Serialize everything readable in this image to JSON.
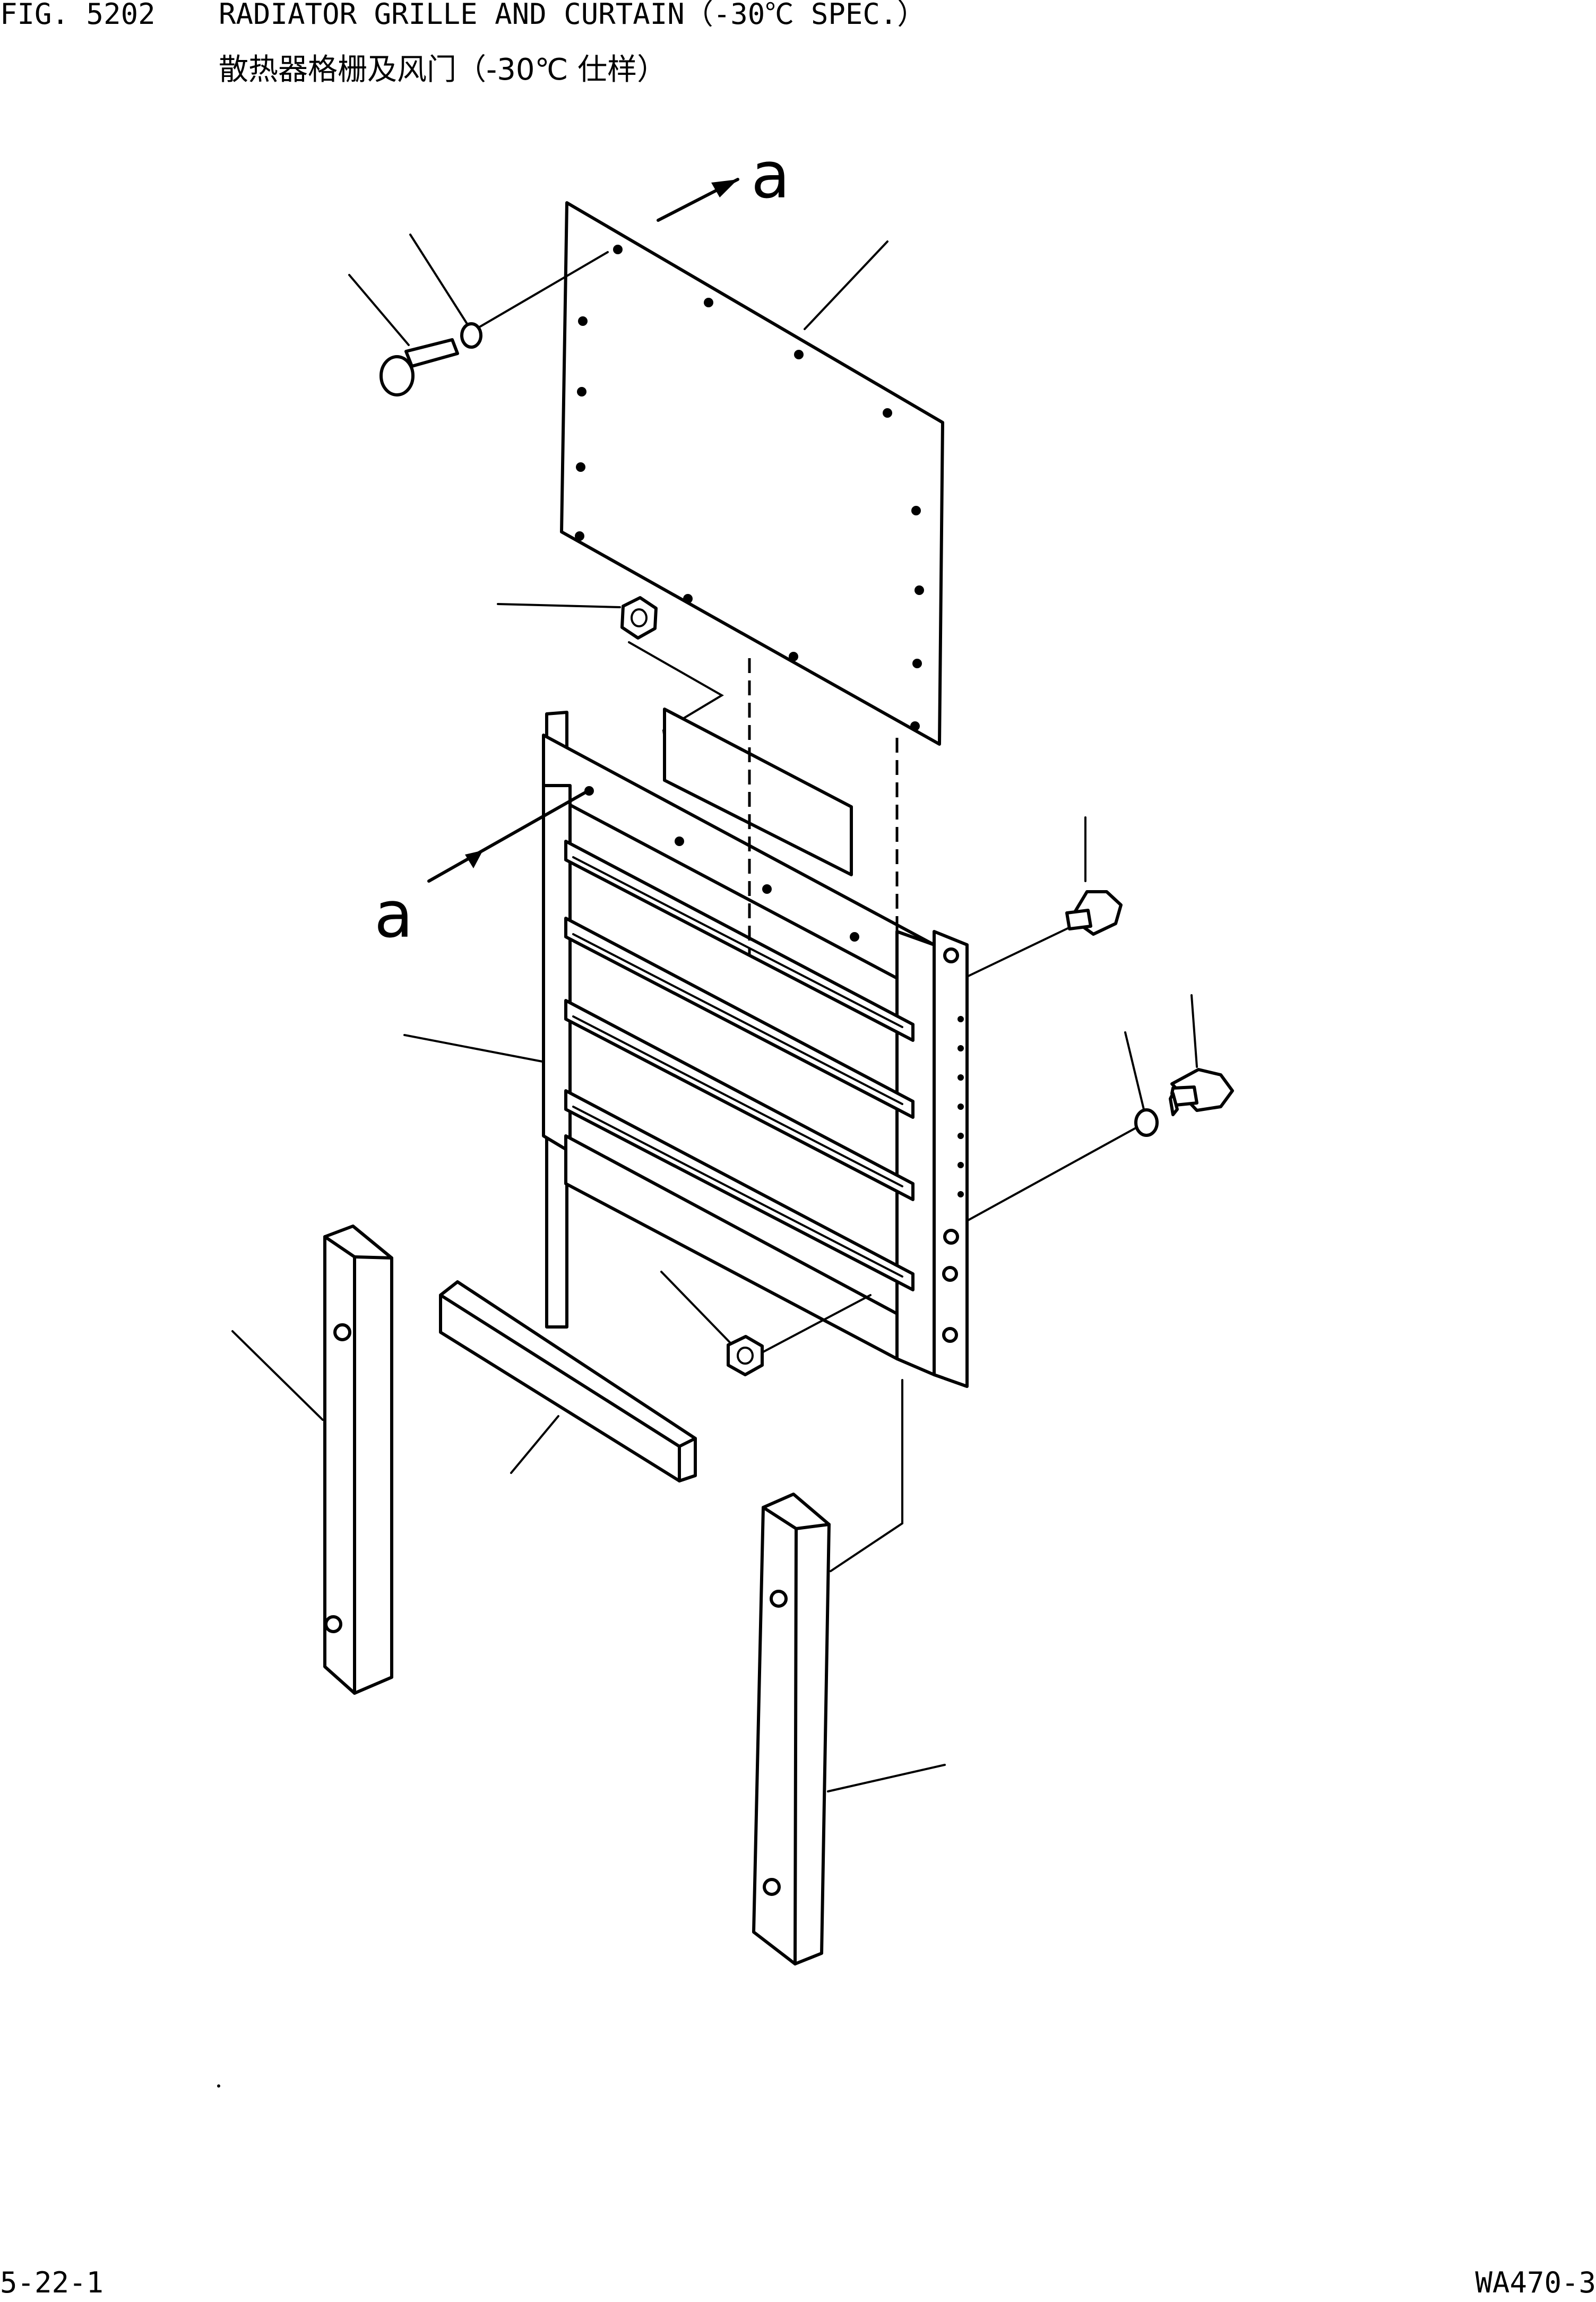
{
  "header": {
    "fig_number": "FIG. 5202",
    "title_en": "RADIATOR GRILLE AND CURTAIN（-30℃ SPEC.）",
    "title_cn": "散热器格栅及风门（-30℃ 仕样）"
  },
  "diagram": {
    "view_marker_top": "a",
    "view_marker_left": "a"
  },
  "footer": {
    "page_number": "5-22-1",
    "model_code": "WA470-3"
  }
}
